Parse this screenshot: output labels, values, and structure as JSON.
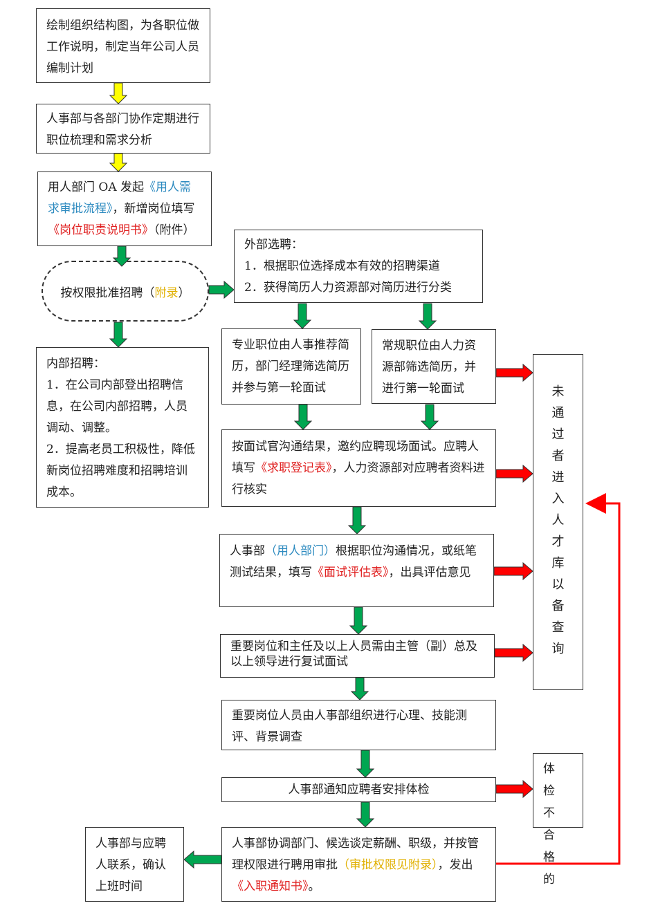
{
  "colors": {
    "yellow": "#ffff00",
    "green": "#00a651",
    "red": "#ff0000",
    "blue": "#2e8bc0",
    "gold": "#e0b000"
  },
  "b1": {
    "text": "绘制组织结构图，为各职位做工作说明，制定当年公司人员编制计划"
  },
  "b2": {
    "text": "人事部与各部门协作定期进行职位梳理和需求分析"
  },
  "b3": {
    "pre": "用人部门 OA 发起",
    "link": "《用人需求审批流程》",
    "mid": "，新增岗位填写",
    "doc": "《岗位职责说明书》",
    "post": "（附件）"
  },
  "b4": {
    "pre": "按权限批准招聘（",
    "link": "附录",
    "post": "）"
  },
  "b5": {
    "title": "内部招聘：",
    "item1": "1．在公司内部登出招聘信息，在公司内部招聘，人员调动、调整。",
    "item2": "2．提高老员工积极性，降低新岗位招聘难度和招聘培训成本。"
  },
  "b6": {
    "title": "外部选聘：",
    "item1": "1．根据职位选择成本有效的招聘渠道",
    "item2": "2．获得简历人力资源部对简历进行分类"
  },
  "b7": {
    "text": "专业职位由人事推荐简历，部门经理筛选简历并参与第一轮面试"
  },
  "b8": {
    "text": "常规职位由人力资源部筛选简历，并进行第一轮面试"
  },
  "b9": {
    "pre": "按面试官沟通结果，邀约应聘现场面试。应聘人填写",
    "doc": "《求职登记表》",
    "post": "，人力资源部对应聘者资料进行核实"
  },
  "b10": {
    "pre": "人事部",
    "link": "（用人部门）",
    "mid": "根据职位沟通情况，或纸笔测试结果，填写",
    "doc": "《面试评估表》",
    "post": "，出具评估意见"
  },
  "b11": {
    "text": "重要岗位和主任及以上人员需由主管（副）总及以上领导进行复试面试"
  },
  "b12": {
    "text": "重要岗位人员由人事部组织进行心理、技能测评、背景调查"
  },
  "b13": {
    "text": "人事部通知应聘者安排体检"
  },
  "b14": {
    "pre": "人事部协调部门、候选谈定薪酬、职级，并按管理权限进行聘用审批",
    "link": "（审批权限见附录）",
    "mid": "，发出",
    "doc": "《入职通知书》",
    "post": "。"
  },
  "b15": {
    "text": "人事部与应聘人联系，确认上班时间"
  },
  "talent": {
    "text": "未通过者进入人才库以备查询"
  },
  "medical": {
    "text": "体检不合格的"
  }
}
